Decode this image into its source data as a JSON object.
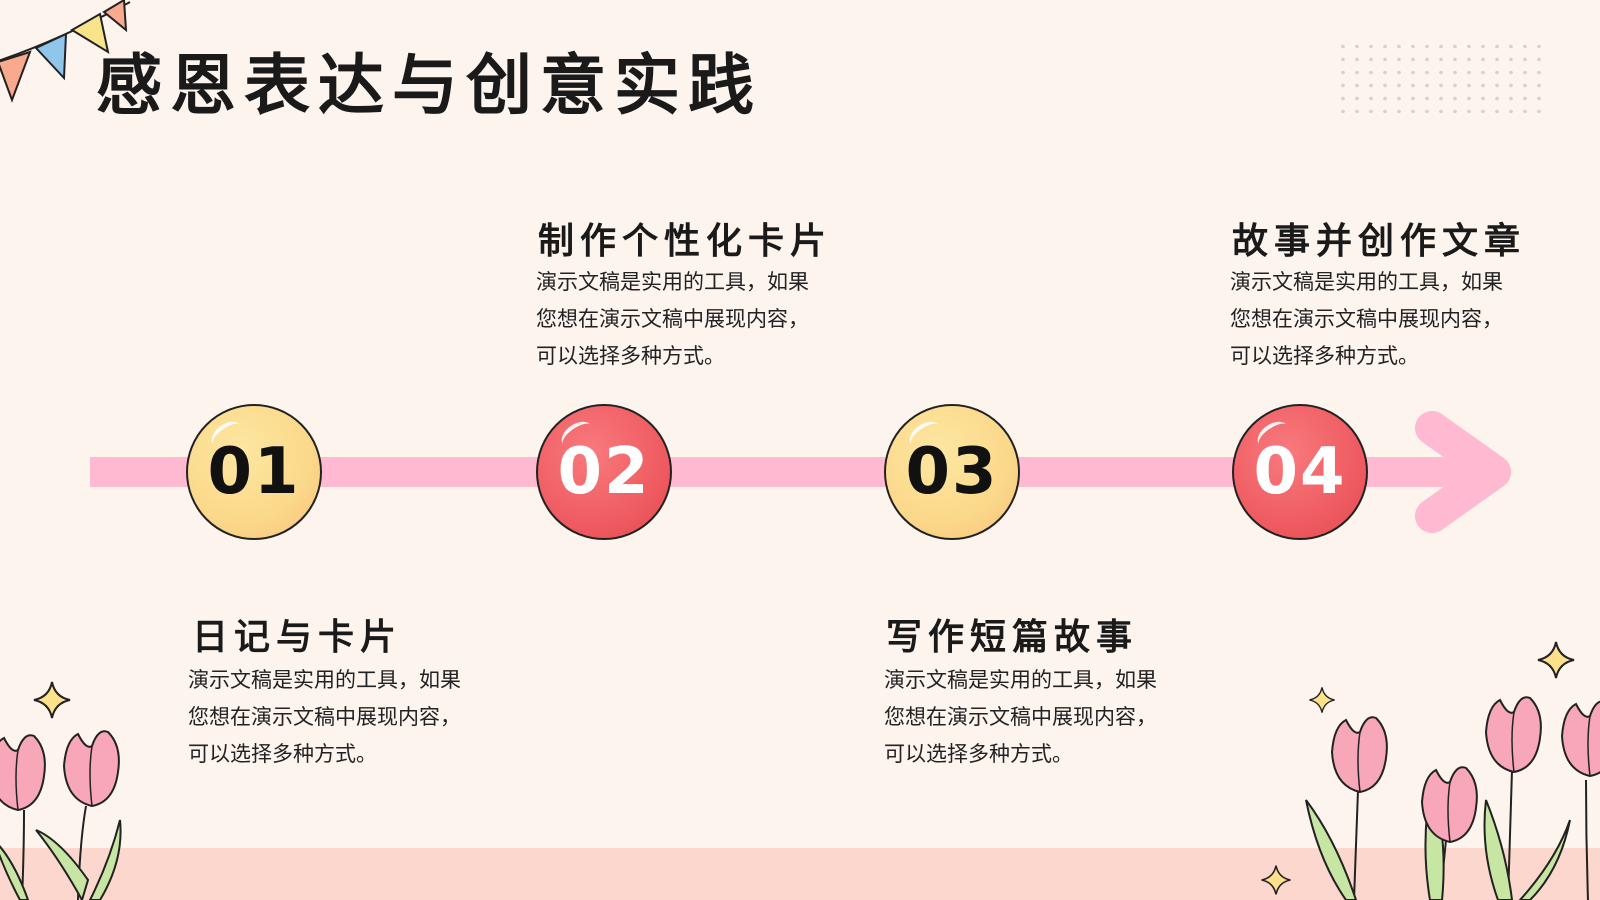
{
  "slide": {
    "title": "感恩表达与创意实践",
    "colors": {
      "background": "#fdf4ee",
      "timeline": "#ffb9d0",
      "yellow_circle": "#fbd88a",
      "red_circle": "#ee5a60",
      "bottom_band": "#fbd7cd"
    },
    "steps": [
      {
        "number": "01",
        "heading": "日记与卡片",
        "body": "演示文稿是实用的工具，如果您想在演示文稿中展现内容，可以选择多种方式。",
        "color": "yellow"
      },
      {
        "number": "02",
        "heading": "制作个性化卡片",
        "body": "演示文稿是实用的工具，如果您想在演示文稿中展现内容，可以选择多种方式。",
        "color": "red"
      },
      {
        "number": "03",
        "heading": "写作短篇故事",
        "body": "演示文稿是实用的工具，如果您想在演示文稿中展现内容，可以选择多种方式。",
        "color": "yellow"
      },
      {
        "number": "04",
        "heading": "故事并创作文章",
        "body": "演示文稿是实用的工具，如果您想在演示文稿中展现内容，可以选择多种方式。",
        "color": "red"
      }
    ],
    "icons": [
      "bunting-flags-icon",
      "dot-grid-decoration",
      "timeline-arrow-icon",
      "sparkle-star-icon",
      "tulip-flower-icon"
    ]
  }
}
